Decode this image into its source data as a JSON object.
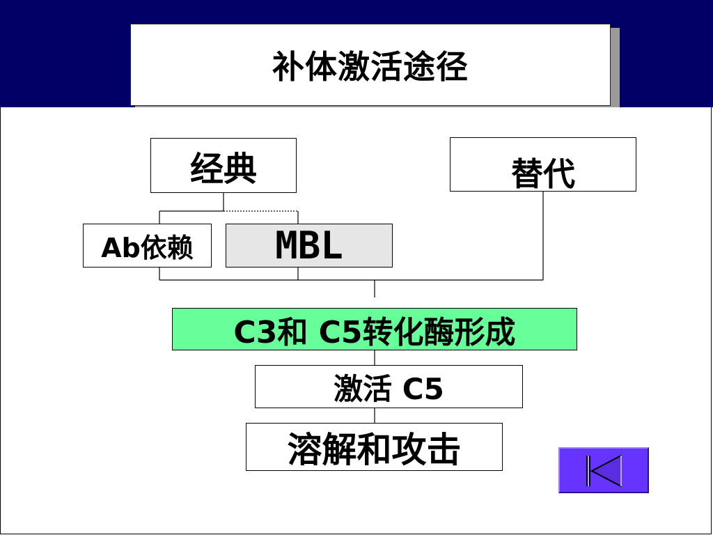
{
  "slide": {
    "title": "补体激活途径"
  },
  "pathways": {
    "classic": "经典",
    "alternative": "替代",
    "ab_dependent": "Ab依赖",
    "mbl": "MBL"
  },
  "steps": {
    "convertase_formation": "C3和 C5转化酶形成",
    "activate_c5": "激活 C5",
    "lysis": "溶解和攻击"
  },
  "colors": {
    "header_band": "#000066",
    "convertase_box": "#66ff99",
    "mbl_box": "#e6e6e6",
    "nav_button": "#6633ff"
  },
  "nav": {
    "back_icon": "skip-back-icon"
  }
}
